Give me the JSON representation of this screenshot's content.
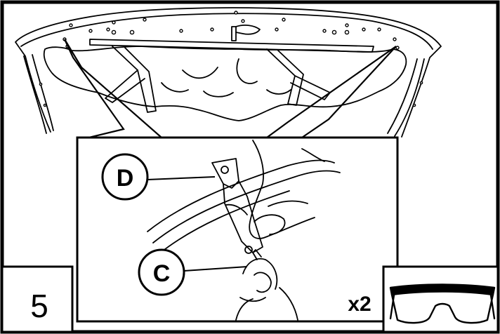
{
  "step_number": "5",
  "callouts": {
    "d": "D",
    "c": "C"
  },
  "quantity": "x2",
  "icons": {
    "safety": "safety-glasses-icon"
  },
  "colors": {
    "ink": "#000000",
    "paper": "#ffffff"
  }
}
